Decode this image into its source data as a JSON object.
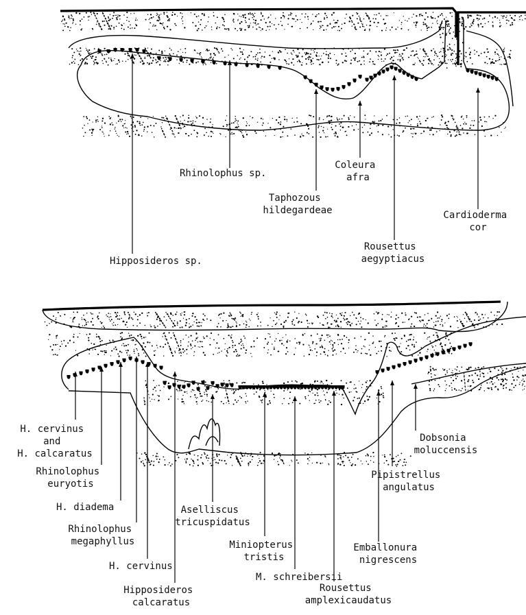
{
  "top_panel": {
    "labels": [
      {
        "id": "hipposideros-sp",
        "lines": [
          "Hipposideros sp."
        ]
      },
      {
        "id": "rhinolophus-sp",
        "lines": [
          "Rhinolophus sp."
        ]
      },
      {
        "id": "taphozous",
        "lines": [
          "Taphozous",
          "hildegardeae"
        ]
      },
      {
        "id": "coleura",
        "lines": [
          "Coleura",
          "afra"
        ]
      },
      {
        "id": "rousettus-aeg",
        "lines": [
          "Rousettus",
          "aegyptiacus"
        ]
      },
      {
        "id": "cardioderma",
        "lines": [
          "Cardioderma",
          "cor"
        ]
      }
    ]
  },
  "bottom_panel": {
    "labels": [
      {
        "id": "h-cervinus-calcaratus",
        "lines": [
          "H. cervinus",
          "and",
          "H. calcaratus"
        ]
      },
      {
        "id": "rhinolophus-euryotis",
        "lines": [
          "Rhinolophus",
          "euryotis"
        ]
      },
      {
        "id": "h-diadema",
        "lines": [
          "H. diadema"
        ]
      },
      {
        "id": "rhinolophus-megaphyllus",
        "lines": [
          "Rhinolophus",
          "megaphyllus"
        ]
      },
      {
        "id": "h-cervinus",
        "lines": [
          "H. cervinus"
        ]
      },
      {
        "id": "hipposideros-calcaratus",
        "lines": [
          "Hipposideros",
          "calcaratus"
        ]
      },
      {
        "id": "aselliscus",
        "lines": [
          "Aselliscus",
          "tricuspidatus"
        ]
      },
      {
        "id": "miniopterus",
        "lines": [
          "Miniopterus",
          "tristis"
        ]
      },
      {
        "id": "m-schreibersii",
        "lines": [
          "M. schreibersii"
        ]
      },
      {
        "id": "rousettus-amp",
        "lines": [
          "Rousettus",
          "amplexicaudatus"
        ]
      },
      {
        "id": "emballonura",
        "lines": [
          "Emballonura",
          "nigrescens"
        ]
      },
      {
        "id": "pipistrellus",
        "lines": [
          "Pipistrellus",
          "angulatus"
        ]
      },
      {
        "id": "dobsonia",
        "lines": [
          "Dobsonia",
          "moluccensis"
        ]
      }
    ]
  }
}
